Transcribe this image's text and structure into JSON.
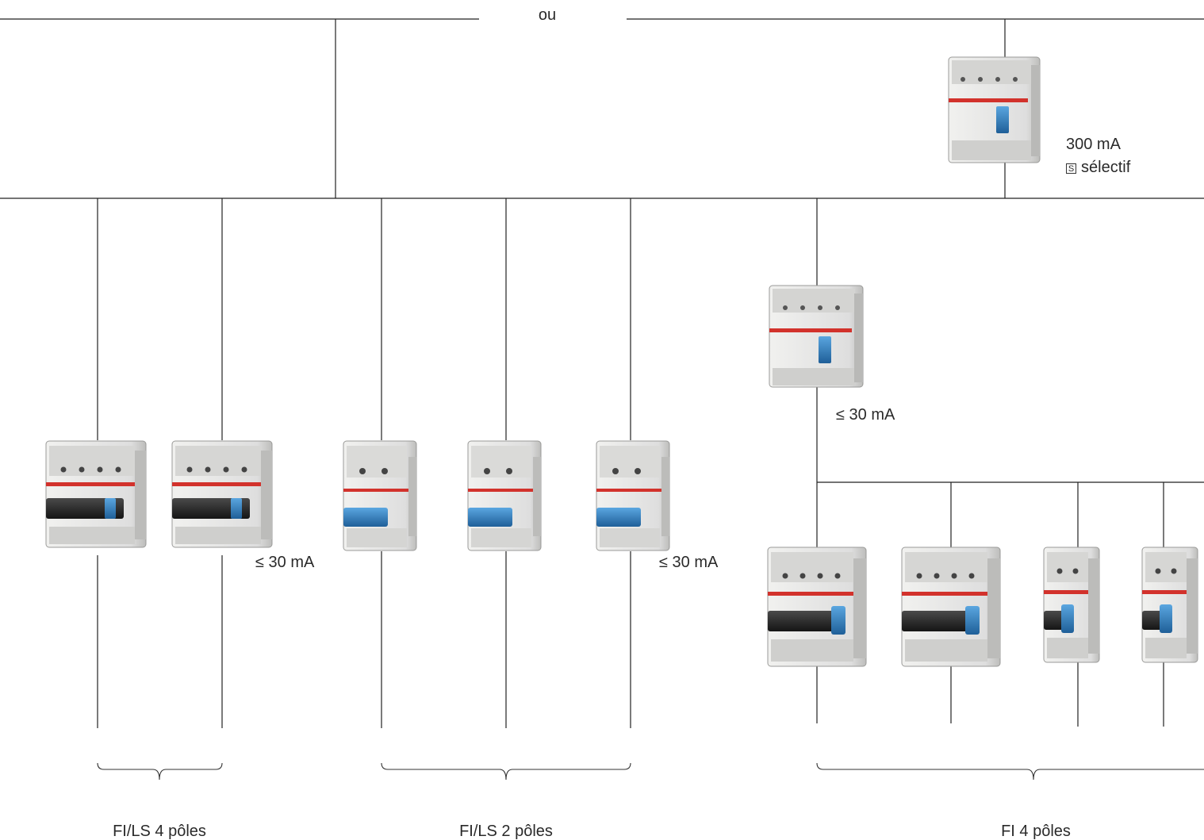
{
  "top_label": "ou",
  "selective_device": {
    "rating": "300 mA",
    "mode_symbol": "S",
    "mode": "sélectif"
  },
  "fi_device": {
    "rating": "≤ 30 mA"
  },
  "group_4p_rating": "≤ 30 mA",
  "group_2p_rating": "≤ 30 mA",
  "groups": [
    {
      "name": "FI/LS 4 pôles"
    },
    {
      "name": "FI/LS 2 pôles"
    },
    {
      "name": "FI 4 pôles"
    }
  ],
  "colors": {
    "line": "#222222",
    "housing": "#e3e3e1",
    "housing_shadow": "#b9b9b7",
    "red_stripe": "#d2322c",
    "blue_handle": "#2f7fc1",
    "black_handle": "#2a2a2a"
  }
}
